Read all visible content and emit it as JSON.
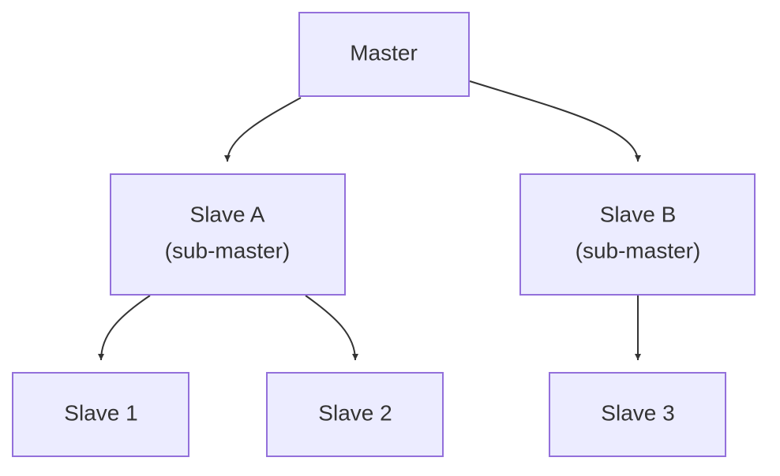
{
  "diagram": {
    "type": "flowchart",
    "direction": "top-down",
    "colors": {
      "node_fill": "#ECECFF",
      "node_border": "#9370DB",
      "edge": "#333333",
      "text": "#333333"
    },
    "nodes": {
      "master": {
        "lines": [
          "Master"
        ]
      },
      "slave_a": {
        "lines": [
          "Slave A",
          "(sub-master)"
        ]
      },
      "slave_b": {
        "lines": [
          "Slave B",
          "(sub-master)"
        ]
      },
      "slave_1": {
        "lines": [
          "Slave 1"
        ]
      },
      "slave_2": {
        "lines": [
          "Slave 2"
        ]
      },
      "slave_3": {
        "lines": [
          "Slave 3"
        ]
      }
    },
    "edges": [
      {
        "from": "master",
        "to": "slave_a"
      },
      {
        "from": "master",
        "to": "slave_b"
      },
      {
        "from": "slave_a",
        "to": "slave_1"
      },
      {
        "from": "slave_a",
        "to": "slave_2"
      },
      {
        "from": "slave_b",
        "to": "slave_3"
      }
    ]
  }
}
